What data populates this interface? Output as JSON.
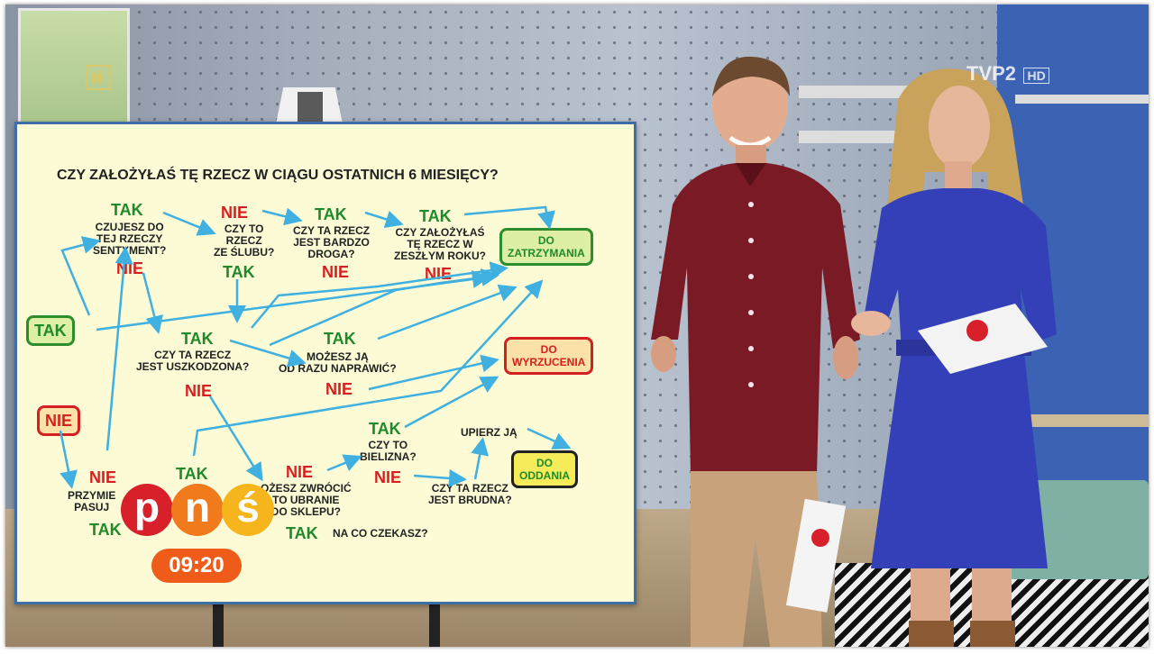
{
  "board": {
    "title": "CZY ZAŁOŻYŁAŚ TĘ RZECZ W CIĄGU OSTATNICH 6 MIESIĘCY?",
    "tak": "TAK",
    "nie": "NIE",
    "q_sentyment": "CZUJESZ DO\nTEJ RZECZY\nSENTYMENT?",
    "q_slub": "CZY TO\nRZECZ\nZE ŚLUBU?",
    "q_droga": "CZY TA RZECZ\nJEST BARDZO\nDROGA?",
    "q_zeszly": "CZY ZAŁOŻYŁAŚ\nTĘ RZECZ W\nZESZŁYM ROKU?",
    "box_zatrzymania": "DO\nZATRZYMANIA",
    "box_wyrzucenia": "DO\nWYRZUCENIA",
    "box_oddania": "DO\nODDANIA",
    "q_uszkodzona": "CZY TA RZECZ\nJEST USZKODZONA?",
    "q_naprawic": "MOŻESZ JĄ\nOD RAZU NAPRAWIĆ?",
    "q_bielizna": "CZY TO\nBIELIZNA?",
    "upierz": "UPIERZ JĄ",
    "q_brudna": "CZY TA RZECZ\nJEST BRUDNA?",
    "q_przymierz": "PRZYMIE\nPASUJ",
    "q_zwrocic": "OŻESZ ZWRÓCIĆ\nTO UBRANIE\nDO SKLEPU?",
    "czekasz": "NA CO CZEKASZ?"
  },
  "overlay": {
    "logo_letters": [
      "p",
      "n",
      "ś"
    ],
    "logo_colors": [
      "#d8202a",
      "#f07a1c",
      "#f6b51d"
    ],
    "time": "09:20",
    "channel": "TVP2",
    "hd": "HD"
  },
  "colors": {
    "board_bg": "#fcfbd6",
    "arrow": "#3fb0e0",
    "green": "#1f8a2a",
    "red": "#d62020"
  }
}
